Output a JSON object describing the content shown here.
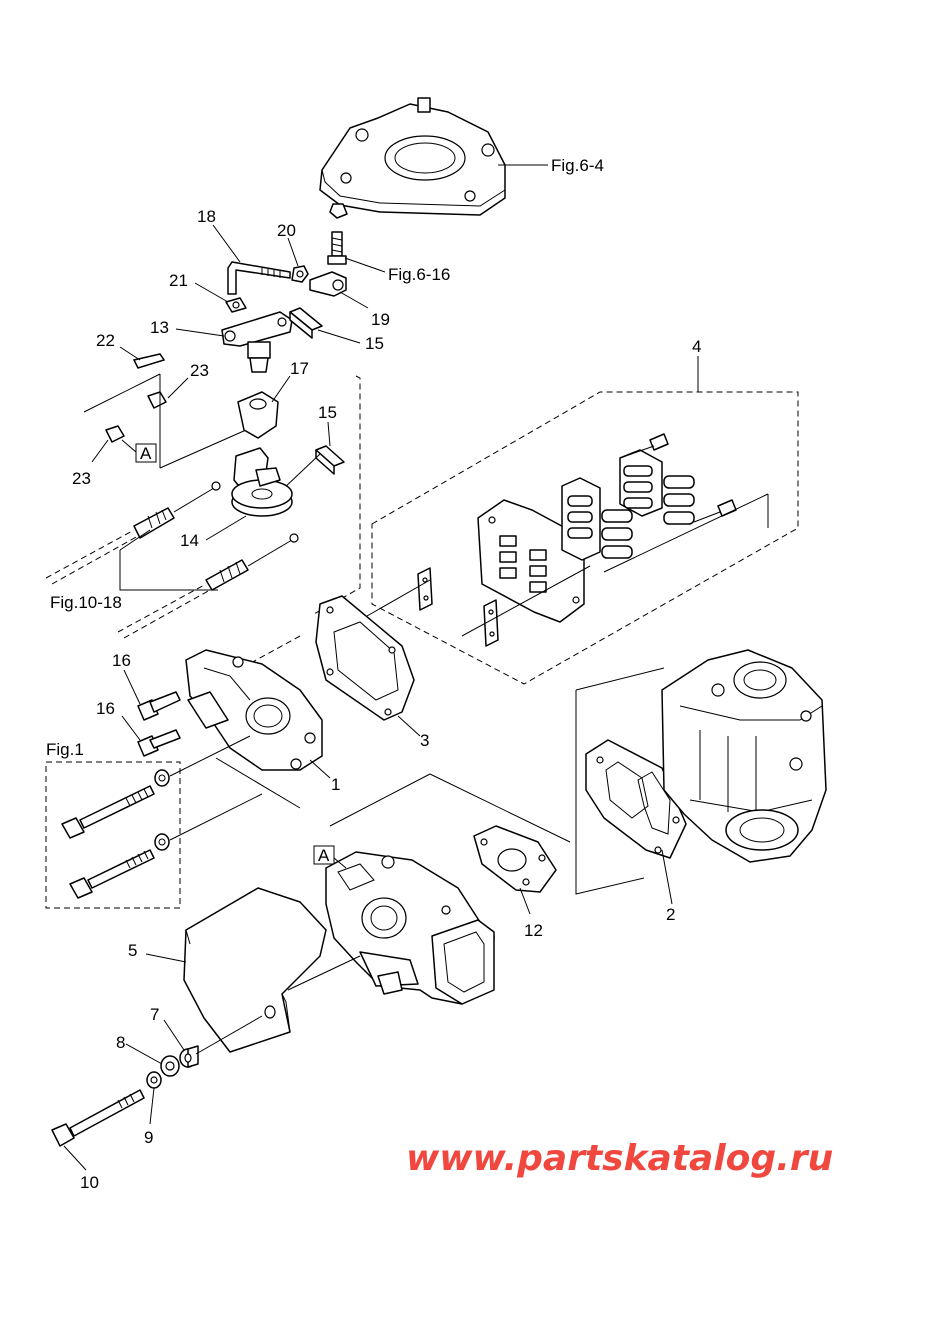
{
  "callouts": {
    "fig6_4": "Fig.6-4",
    "fig6_16": "Fig.6-16",
    "fig10_18": "Fig.10-18",
    "fig1": "Fig.1",
    "n1": "1",
    "n2": "2",
    "n3": "3",
    "n4": "4",
    "n5": "5",
    "n7": "7",
    "n8": "8",
    "n9": "9",
    "n10": "10",
    "n12": "12",
    "n13": "13",
    "n14": "14",
    "n15a": "15",
    "n15b": "15",
    "n16a": "16",
    "n16b": "16",
    "n17": "17",
    "n18": "18",
    "n19": "19",
    "n20": "20",
    "n21": "21",
    "n22": "22",
    "n23a": "23",
    "n23b": "23",
    "boxA1": "A",
    "boxA2": "A"
  },
  "watermark": "www.partskatalog.ru",
  "colors": {
    "watermark": "#f0473f",
    "line": "#000000",
    "background": "#ffffff"
  }
}
